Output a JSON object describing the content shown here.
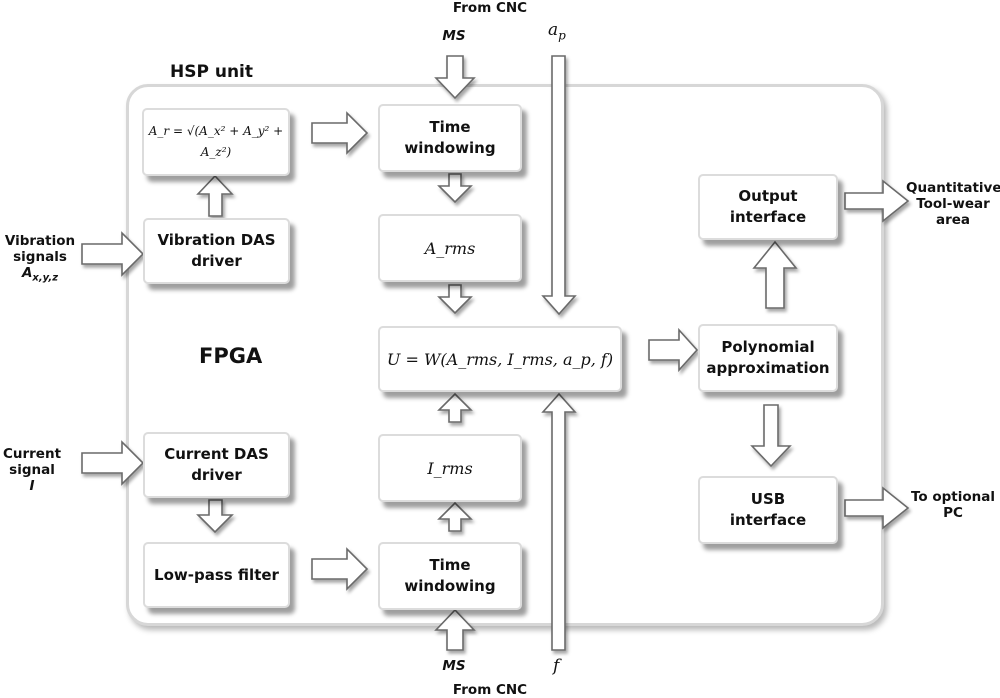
{
  "unit_title": "HSP unit",
  "fpga_label": "FPGA",
  "from_cnc_top": "From CNC",
  "from_cnc_bottom": "From CNC",
  "ms_top": "MS",
  "ms_bottom": "MS",
  "ap_label": "a",
  "ap_sub": "p",
  "f_label": "f",
  "inputs": {
    "vibration": [
      "Vibration",
      "signals",
      "A",
      "x,y,z"
    ],
    "current": [
      "Current",
      "signal",
      "I"
    ]
  },
  "outputs": {
    "tool_wear": [
      "Quantitative",
      "Tool-wear",
      "area"
    ],
    "pc": [
      "To optional",
      "PC"
    ]
  },
  "blocks": {
    "ar_formula": "A_r = √(A_x² + A_y² + A_z²)",
    "vib_das": [
      "Vibration DAS",
      "driver"
    ],
    "cur_das": [
      "Current DAS",
      "driver"
    ],
    "lowpass": "Low-pass filter",
    "tw_top": [
      "Time",
      "windowing"
    ],
    "tw_bottom": [
      "Time",
      "windowing"
    ],
    "arms": "A_rms",
    "irms": "I_rms",
    "u_formula": "U = W(A_rms, I_rms, a_p, f)",
    "output_interface": [
      "Output",
      "interface"
    ],
    "poly": [
      "Polynomial",
      "approximation"
    ],
    "usb": [
      "USB",
      "interface"
    ]
  }
}
